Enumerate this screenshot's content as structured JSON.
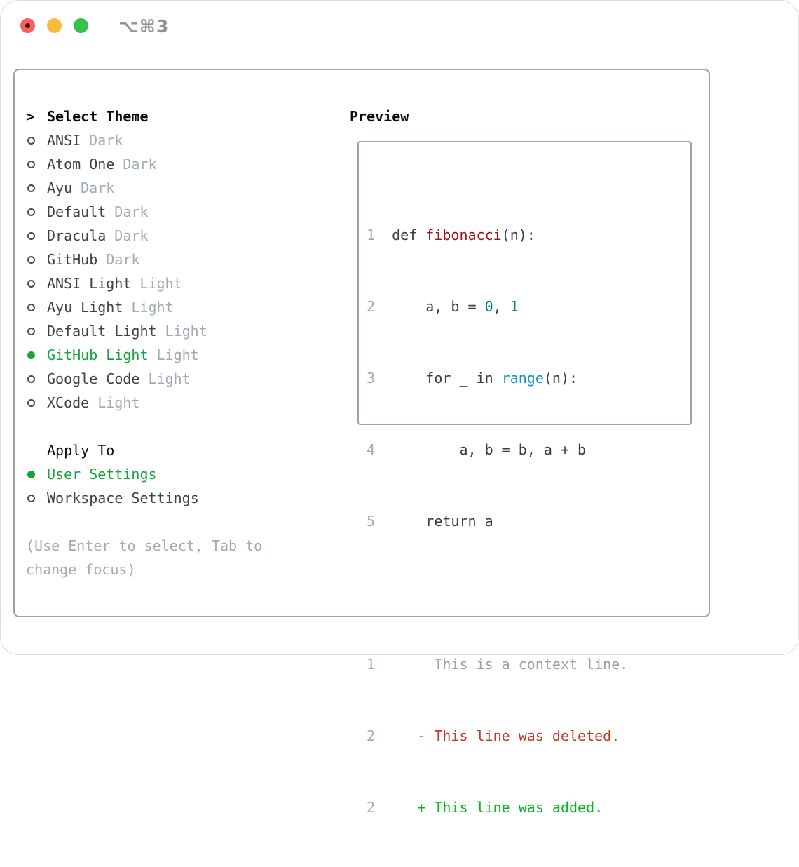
{
  "window": {
    "shortcut": "⌥⌘3",
    "traffic_lights": {
      "close": "#f4605a",
      "minimize": "#f8bb3d",
      "zoom": "#35c24b"
    }
  },
  "theme_panel": {
    "header": {
      "prompt": ">",
      "label": "Select Theme"
    },
    "themes": [
      {
        "name": "ANSI",
        "variant": "Dark",
        "selected": false
      },
      {
        "name": "Atom One",
        "variant": "Dark",
        "selected": false
      },
      {
        "name": "Ayu",
        "variant": "Dark",
        "selected": false
      },
      {
        "name": "Default",
        "variant": "Dark",
        "selected": false
      },
      {
        "name": "Dracula",
        "variant": "Dark",
        "selected": false
      },
      {
        "name": "GitHub",
        "variant": "Dark",
        "selected": false
      },
      {
        "name": "ANSI Light",
        "variant": "Light",
        "selected": false
      },
      {
        "name": "Ayu Light",
        "variant": "Light",
        "selected": false
      },
      {
        "name": "Default Light",
        "variant": "Light",
        "selected": false
      },
      {
        "name": "GitHub Light",
        "variant": "Light",
        "selected": true
      },
      {
        "name": "Google Code",
        "variant": "Light",
        "selected": false
      },
      {
        "name": "XCode",
        "variant": "Light",
        "selected": false
      }
    ],
    "apply_to": {
      "header": "Apply To",
      "options": [
        {
          "name": "User Settings",
          "selected": true
        },
        {
          "name": "Workspace Settings",
          "selected": false
        }
      ]
    },
    "help_lines": [
      "(Use Enter to select, Tab to",
      "change focus)"
    ]
  },
  "preview": {
    "header": "Preview",
    "code_lines": [
      {
        "segs": [
          {
            "t": "1  ",
            "k": "num"
          },
          {
            "t": "def ",
            "k": "plain"
          },
          {
            "t": "fibonacci",
            "k": "title"
          },
          {
            "t": "(n):",
            "k": "plain"
          }
        ]
      },
      {
        "segs": [
          {
            "t": "2      ",
            "k": "num"
          },
          {
            "t": "a, b = ",
            "k": "plain"
          },
          {
            "t": "0",
            "k": "number"
          },
          {
            "t": ", ",
            "k": "plain"
          },
          {
            "t": "1",
            "k": "number"
          }
        ]
      },
      {
        "segs": [
          {
            "t": "3      ",
            "k": "num"
          },
          {
            "t": "for _ in ",
            "k": "plain"
          },
          {
            "t": "range",
            "k": "builtin"
          },
          {
            "t": "(n):",
            "k": "plain"
          }
        ]
      },
      {
        "segs": [
          {
            "t": "4          ",
            "k": "num"
          },
          {
            "t": "a, b = b, a + b",
            "k": "plain"
          }
        ]
      },
      {
        "segs": [
          {
            "t": "5      ",
            "k": "num"
          },
          {
            "t": "return a",
            "k": "plain"
          }
        ]
      }
    ],
    "diff_lines": [
      {
        "segs": [
          {
            "t": "1       ",
            "k": "num"
          },
          {
            "t": "This is a context line.",
            "k": "ctx"
          }
        ]
      },
      {
        "segs": [
          {
            "t": "2     ",
            "k": "num"
          },
          {
            "t": "- This line was deleted.",
            "k": "del"
          }
        ]
      },
      {
        "segs": [
          {
            "t": "2     ",
            "k": "num"
          },
          {
            "t": "+ This line was added.",
            "k": "add"
          }
        ]
      }
    ]
  },
  "colors": {
    "accent_green": "#16a53c",
    "panel_border": "#9aa4b0",
    "muted_gray": "#a0abb6",
    "text_dark": "#3b4249",
    "syntax_title_red": "#a31414",
    "syntax_number_teal": "#00807d",
    "syntax_builtin_blue": "#1295cc",
    "diff_deleted_red": "#c63722",
    "diff_added_green": "#06b71f"
  }
}
